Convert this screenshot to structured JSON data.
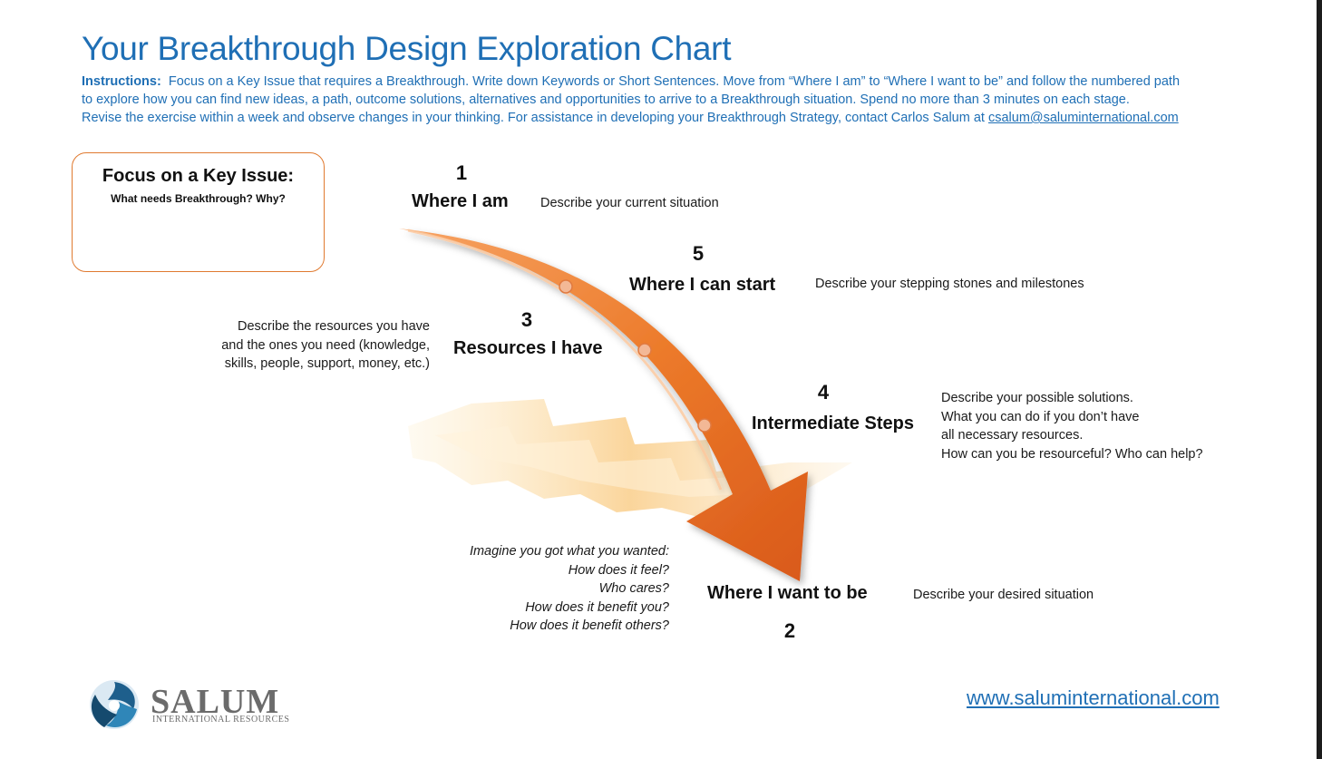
{
  "title": "Your Breakthrough Design Exploration Chart",
  "instructions": {
    "label": "Instructions:",
    "line1": "Focus on a Key Issue that requires a Breakthrough.  Write down Keywords or Short Sentences.  Move from “Where I am” to “Where I want to be” and follow the numbered path",
    "line2": "to explore how you can find new ideas, a path, outcome solutions, alternatives and opportunities to arrive to a Breakthrough situation.  Spend no more than 3 minutes on each stage.",
    "line3": "Revise the exercise within a week and observe changes in your thinking.  For assistance in developing your Breakthrough Strategy, contact Carlos Salum at",
    "email": "csalum@saluminternational.com"
  },
  "focus_box": {
    "title": "Focus on a Key Issue:",
    "subtitle": "What needs Breakthrough?  Why?"
  },
  "stages": {
    "s1": {
      "number": "1",
      "label": "Where I am",
      "description": "Describe your current situation"
    },
    "s5": {
      "number": "5",
      "label": "Where I can start",
      "description": "Describe your stepping stones and milestones"
    },
    "s3": {
      "number": "3",
      "label": "Resources I have",
      "desc_lines": [
        "Describe the resources you have",
        "and the ones you need (knowledge,",
        "skills, people, support, money, etc.)"
      ]
    },
    "s4": {
      "number": "4",
      "label": "Intermediate Steps",
      "desc_lines": [
        "Describe your possible solutions.",
        "What you can do if  you don’t have",
        "all necessary resources.",
        "How can you be resourceful?  Who can help?"
      ]
    },
    "s2": {
      "number": "2",
      "label": "Where I want to be",
      "description": "Describe your desired situation",
      "prompt_lines": [
        "Imagine you got what you wanted:",
        "How does it feel?",
        "Who cares?",
        "How does it benefit you?",
        "How does it benefit others?"
      ]
    }
  },
  "logo": {
    "name": "SALUM",
    "tagline": "INTERNATIONAL RESOURCES"
  },
  "website": "www.saluminternational.com",
  "colors": {
    "title_blue": "#1f6fb5",
    "arrow_orange": "#e8701f",
    "box_border": "#e07a30"
  }
}
